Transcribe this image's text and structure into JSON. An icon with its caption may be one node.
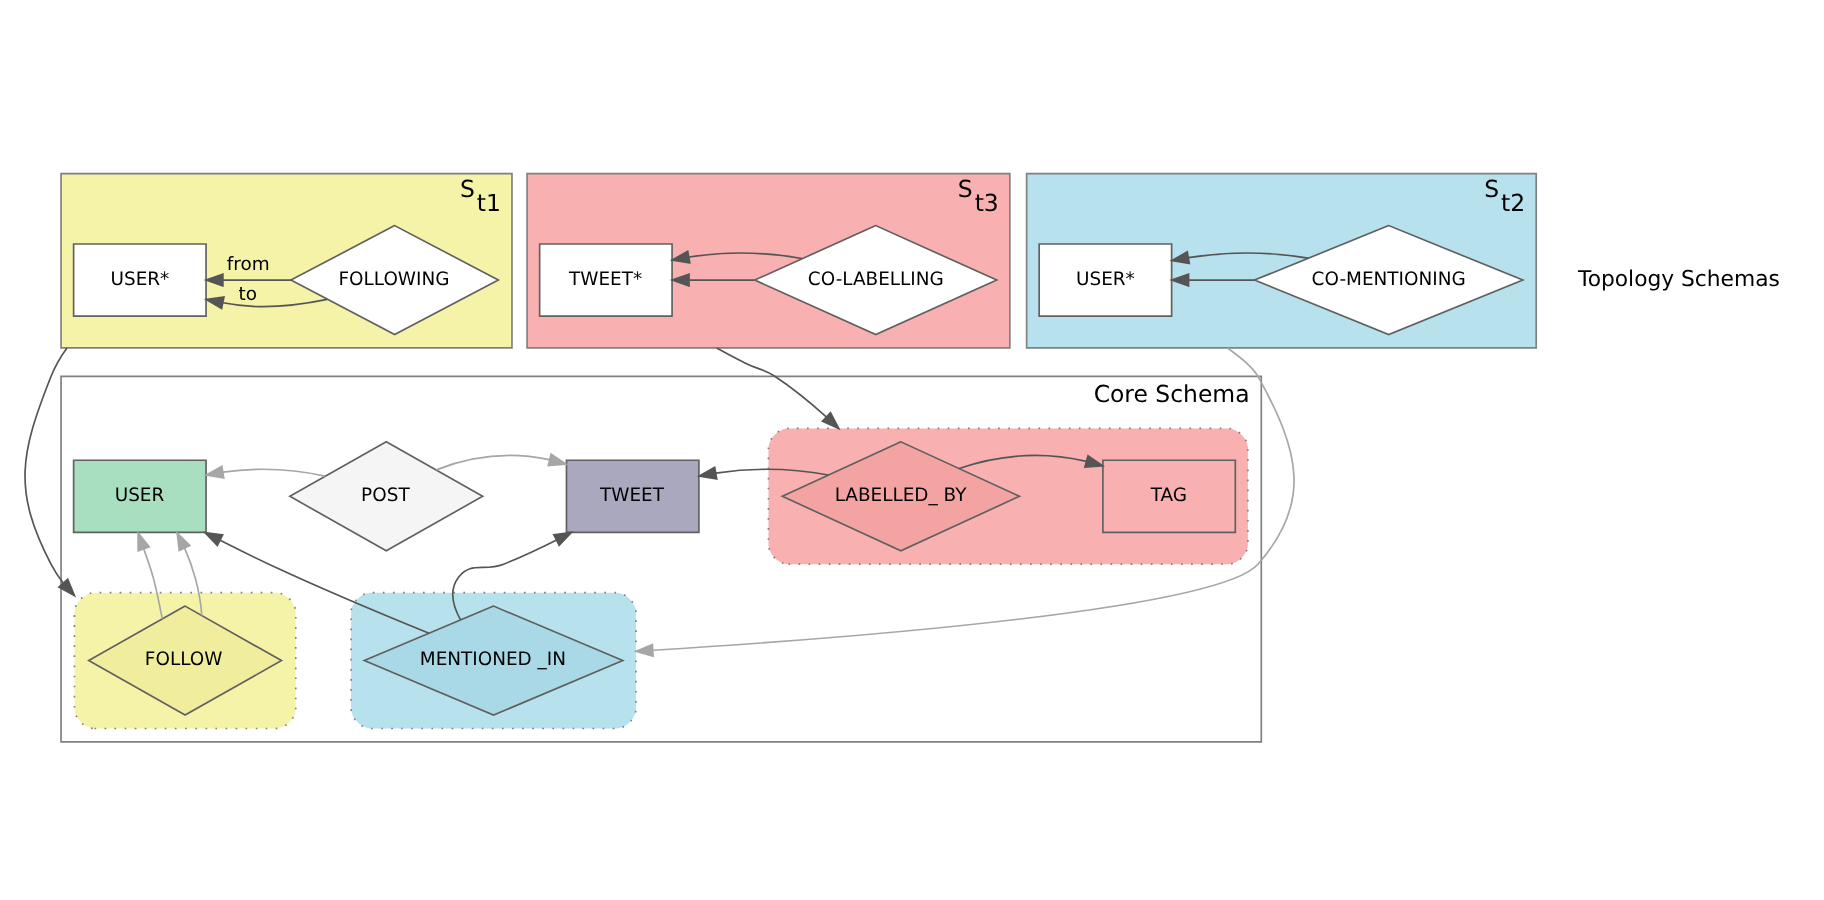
{
  "diagram": {
    "nodes": [
      {
        "text": [
          "S$_{t1}$"
        ]
      },
      {
        "text": [
          "USER*"
        ],
        "in": 0
      },
      {
        "text": [
          "FOLLOWING"
        ],
        "in": 0
      },
      {
        "text": [
          "S$_{t2}$"
        ]
      },
      {
        "text": [
          "USER*"
        ],
        "in": 3
      },
      {
        "text": [
          "CO-MENTIONING"
        ],
        "in": 3
      },
      {
        "text": [
          "S$_{t3}$"
        ]
      },
      {
        "text": [
          "TWEET*"
        ],
        "in": 6
      },
      {
        "text": [
          "CO-LABELLING"
        ],
        "in": 6
      },
      {
        "text": [
          "Core Schema"
        ]
      },
      {
        "text": [],
        "shape": "blob",
        "in": 9
      },
      {
        "text": [],
        "shape": "blob",
        "in": 9
      },
      {
        "text": [],
        "shape": "blob",
        "in": 9
      },
      {
        "text": [
          "USER"
        ],
        "in": 9
      },
      {
        "text": [
          "POST"
        ],
        "in": 9
      },
      {
        "text": [
          "TWEET"
        ],
        "in": 9
      },
      {
        "text": [
          "LABELLED_ BY"
        ],
        "in": 12
      },
      {
        "text": [
          "TAG"
        ],
        "in": 12
      },
      {
        "text": [
          "FOLLOW"
        ],
        "in": 10
      },
      {
        "text": [
          "MENTIONED _IN"
        ],
        "in": 11
      }
    ],
    "edges": [
      {
        "from": 2,
        "to": 1,
        "arrow": "to",
        "label": "from"
      },
      {
        "from": 2,
        "to": 1,
        "arrow": "to",
        "label": "to"
      },
      {
        "from": 5,
        "to": 4,
        "arrow": "to"
      },
      {
        "from": 5,
        "to": 4,
        "arrow": "to"
      },
      {
        "from": 8,
        "to": 7,
        "arrow": "to"
      },
      {
        "from": 8,
        "to": 7,
        "arrow": "to"
      },
      {
        "from": 0,
        "to": 10,
        "arrow": "to"
      },
      {
        "from": 3,
        "to": 11,
        "arrow": "to",
        "color": "#a6a6a6"
      },
      {
        "from": 6,
        "to": 12,
        "arrow": "to"
      },
      {
        "from": 14,
        "to": 13,
        "arrow": "to",
        "color": "#a6a6a6"
      },
      {
        "from": 14,
        "to": 15,
        "arrow": "to",
        "color": "#a6a6a6"
      },
      {
        "from": 16,
        "to": 15,
        "arrow": "to"
      },
      {
        "from": 16,
        "to": 17,
        "arrow": "to"
      },
      {
        "from": 18,
        "to": 13,
        "arrow": "to",
        "color": "#a6a6a6"
      },
      {
        "from": 18,
        "to": 13,
        "arrow": "to",
        "color": "#a6a6a6"
      },
      {
        "from": 19,
        "to": 13,
        "arrow": "to"
      },
      {
        "from": 19,
        "to": 15,
        "arrow": "to"
      }
    ],
    "labels": [
      "Topology Schemas"
    ]
  }
}
